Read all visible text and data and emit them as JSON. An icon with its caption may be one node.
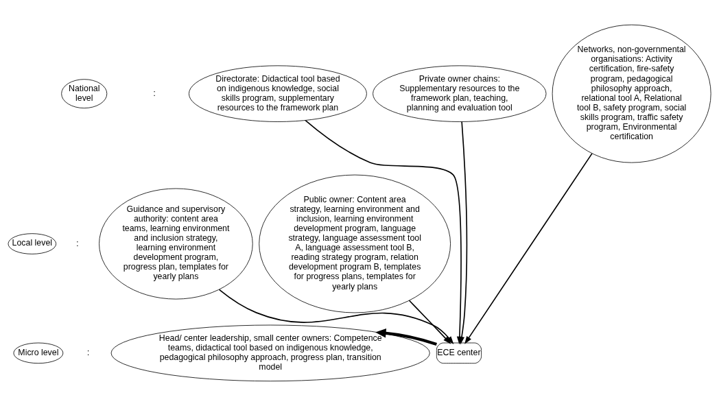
{
  "diagram": {
    "nodes": [
      {
        "text": [
          "National level"
        ]
      },
      {
        "text": [
          "Local level"
        ]
      },
      {
        "text": [
          "Micro level"
        ]
      },
      {
        "text": [
          "Directorate: Didactical tool based on indigenous knowledge, social skills program, supplementary resources to the framework plan"
        ]
      },
      {
        "text": [
          "Private owner chains: Supplementary resources to the framework plan, teaching, planning and evaluation tool"
        ]
      },
      {
        "text": [
          "Networks, non-governmental organisations: Activity certification, fire-safety program, pedagogical philosophy approach, relational tool A, Relational tool B, safety program, social skills program, traffic safety program, Environmental certification"
        ]
      },
      {
        "text": [
          "Guidance and supervisory authority: content area teams, learning environment and inclusion strategy, learning environment development program, progress plan, templates for yearly plans"
        ]
      },
      {
        "text": [
          "Public owner: Content area strategy, learning environment and inclusion, learning environment development program, language strategy, language assessment tool A, language assessment tool B, reading strategy program, relation development program B, templates for progress plans, templates for yearly plans"
        ]
      },
      {
        "text": [
          "Head/ center leadership, small center owners: Competence teams, didactical tool based on indigenous knowledge, pedagogical philosophy approach, progress plan, transition model"
        ]
      },
      {
        "text": [
          "ECE center"
        ]
      }
    ],
    "edges": [
      {
        "from": 3,
        "to": 9,
        "arrow": "to"
      },
      {
        "from": 4,
        "to": 9,
        "arrow": "to"
      },
      {
        "from": 5,
        "to": 9,
        "arrow": "to"
      },
      {
        "from": 7,
        "to": 9,
        "arrow": "to"
      },
      {
        "from": 6,
        "to": 9,
        "arrow": "to"
      },
      {
        "from": 9,
        "to": 8,
        "arrow": "to",
        "style": "thick"
      }
    ],
    "labels": [
      ":",
      ":",
      ":"
    ]
  }
}
